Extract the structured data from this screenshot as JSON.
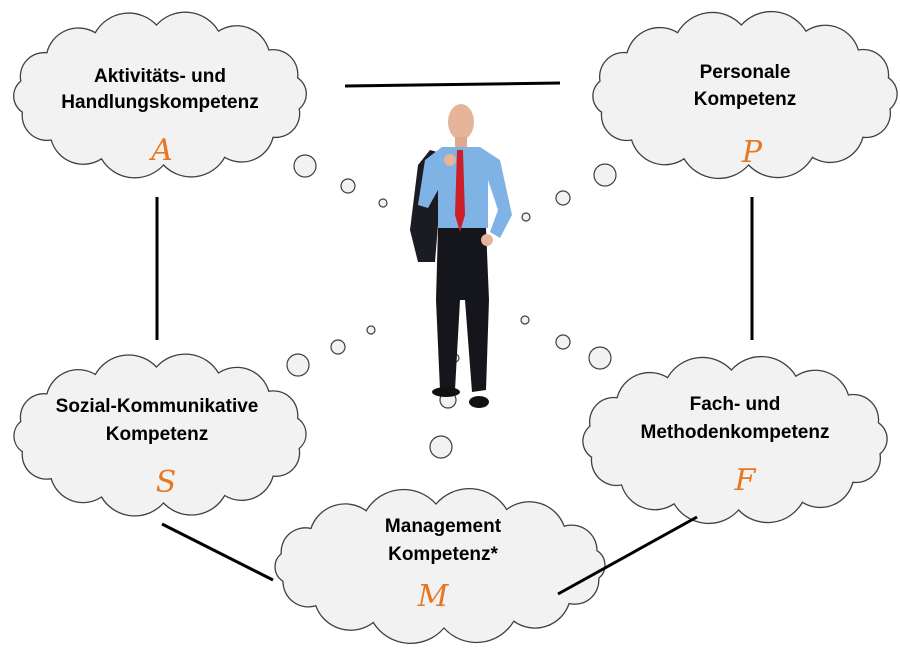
{
  "colors": {
    "letter": "#e87722",
    "cloud_fill": "#f2f2f2",
    "cloud_stroke": "#404040"
  },
  "clouds": [
    {
      "id": "a",
      "lines": [
        "Aktivitäts- und",
        "Handlungskompetenz"
      ],
      "letter": "A"
    },
    {
      "id": "p",
      "lines": [
        "Personale",
        "Kompetenz"
      ],
      "letter": "P"
    },
    {
      "id": "s",
      "lines": [
        "Sozial-Kommunikative",
        "Kompetenz"
      ],
      "letter": "S"
    },
    {
      "id": "f",
      "lines": [
        "Fach- und",
        "Methodenkompetenz"
      ],
      "letter": "F"
    },
    {
      "id": "m",
      "lines": [
        "Management",
        "Kompetenz*"
      ],
      "letter": "M"
    }
  ],
  "center_image": "businessman-photo"
}
